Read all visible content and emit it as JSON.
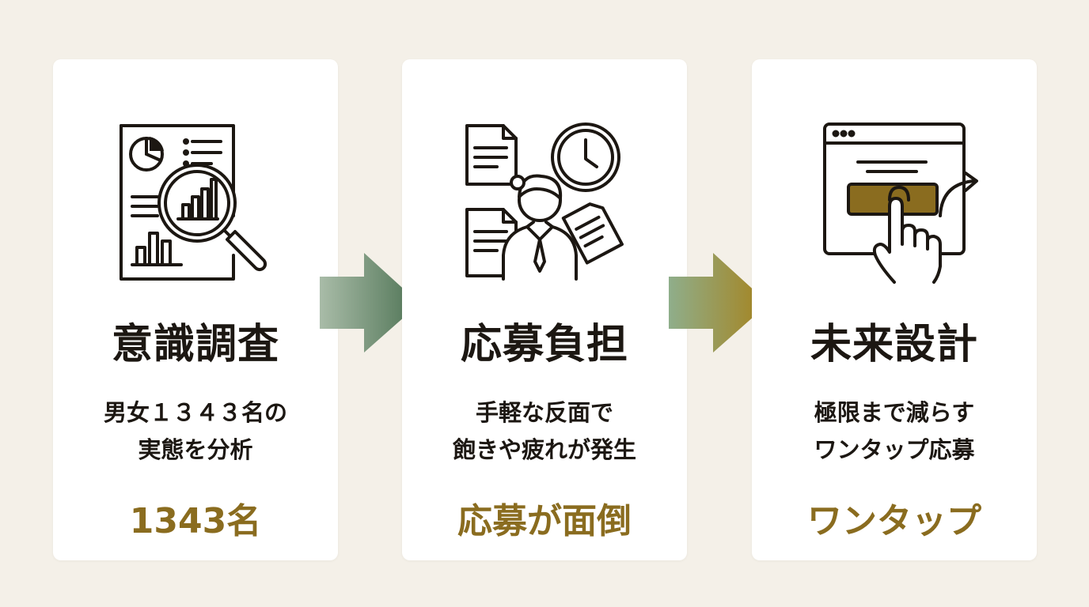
{
  "cards": [
    {
      "icon": "report-magnifier-icon",
      "title": "意識調査",
      "desc_lines": [
        "男女１３４３名の",
        "実態を分析"
      ],
      "highlight": "1343名"
    },
    {
      "icon": "workload-person-icon",
      "title": "応募負担",
      "desc_lines": [
        "手軽な反面で",
        "飽きや疲れが発生"
      ],
      "highlight": "応募が面倒"
    },
    {
      "icon": "one-tap-click-icon",
      "title": "未来設計",
      "desc_lines": [
        "極限まで減らす",
        "ワンタップ応募"
      ],
      "highlight": "ワンタップ"
    }
  ],
  "colors": {
    "background": "#f4f0e8",
    "card": "#ffffff",
    "text": "#1c1712",
    "accent_gold": "#8a6c1f",
    "arrow_1_start": "#a9bca8",
    "arrow_1_end": "#4e7354",
    "arrow_2_start": "#8fae8b",
    "arrow_2_end": "#a6821c"
  }
}
